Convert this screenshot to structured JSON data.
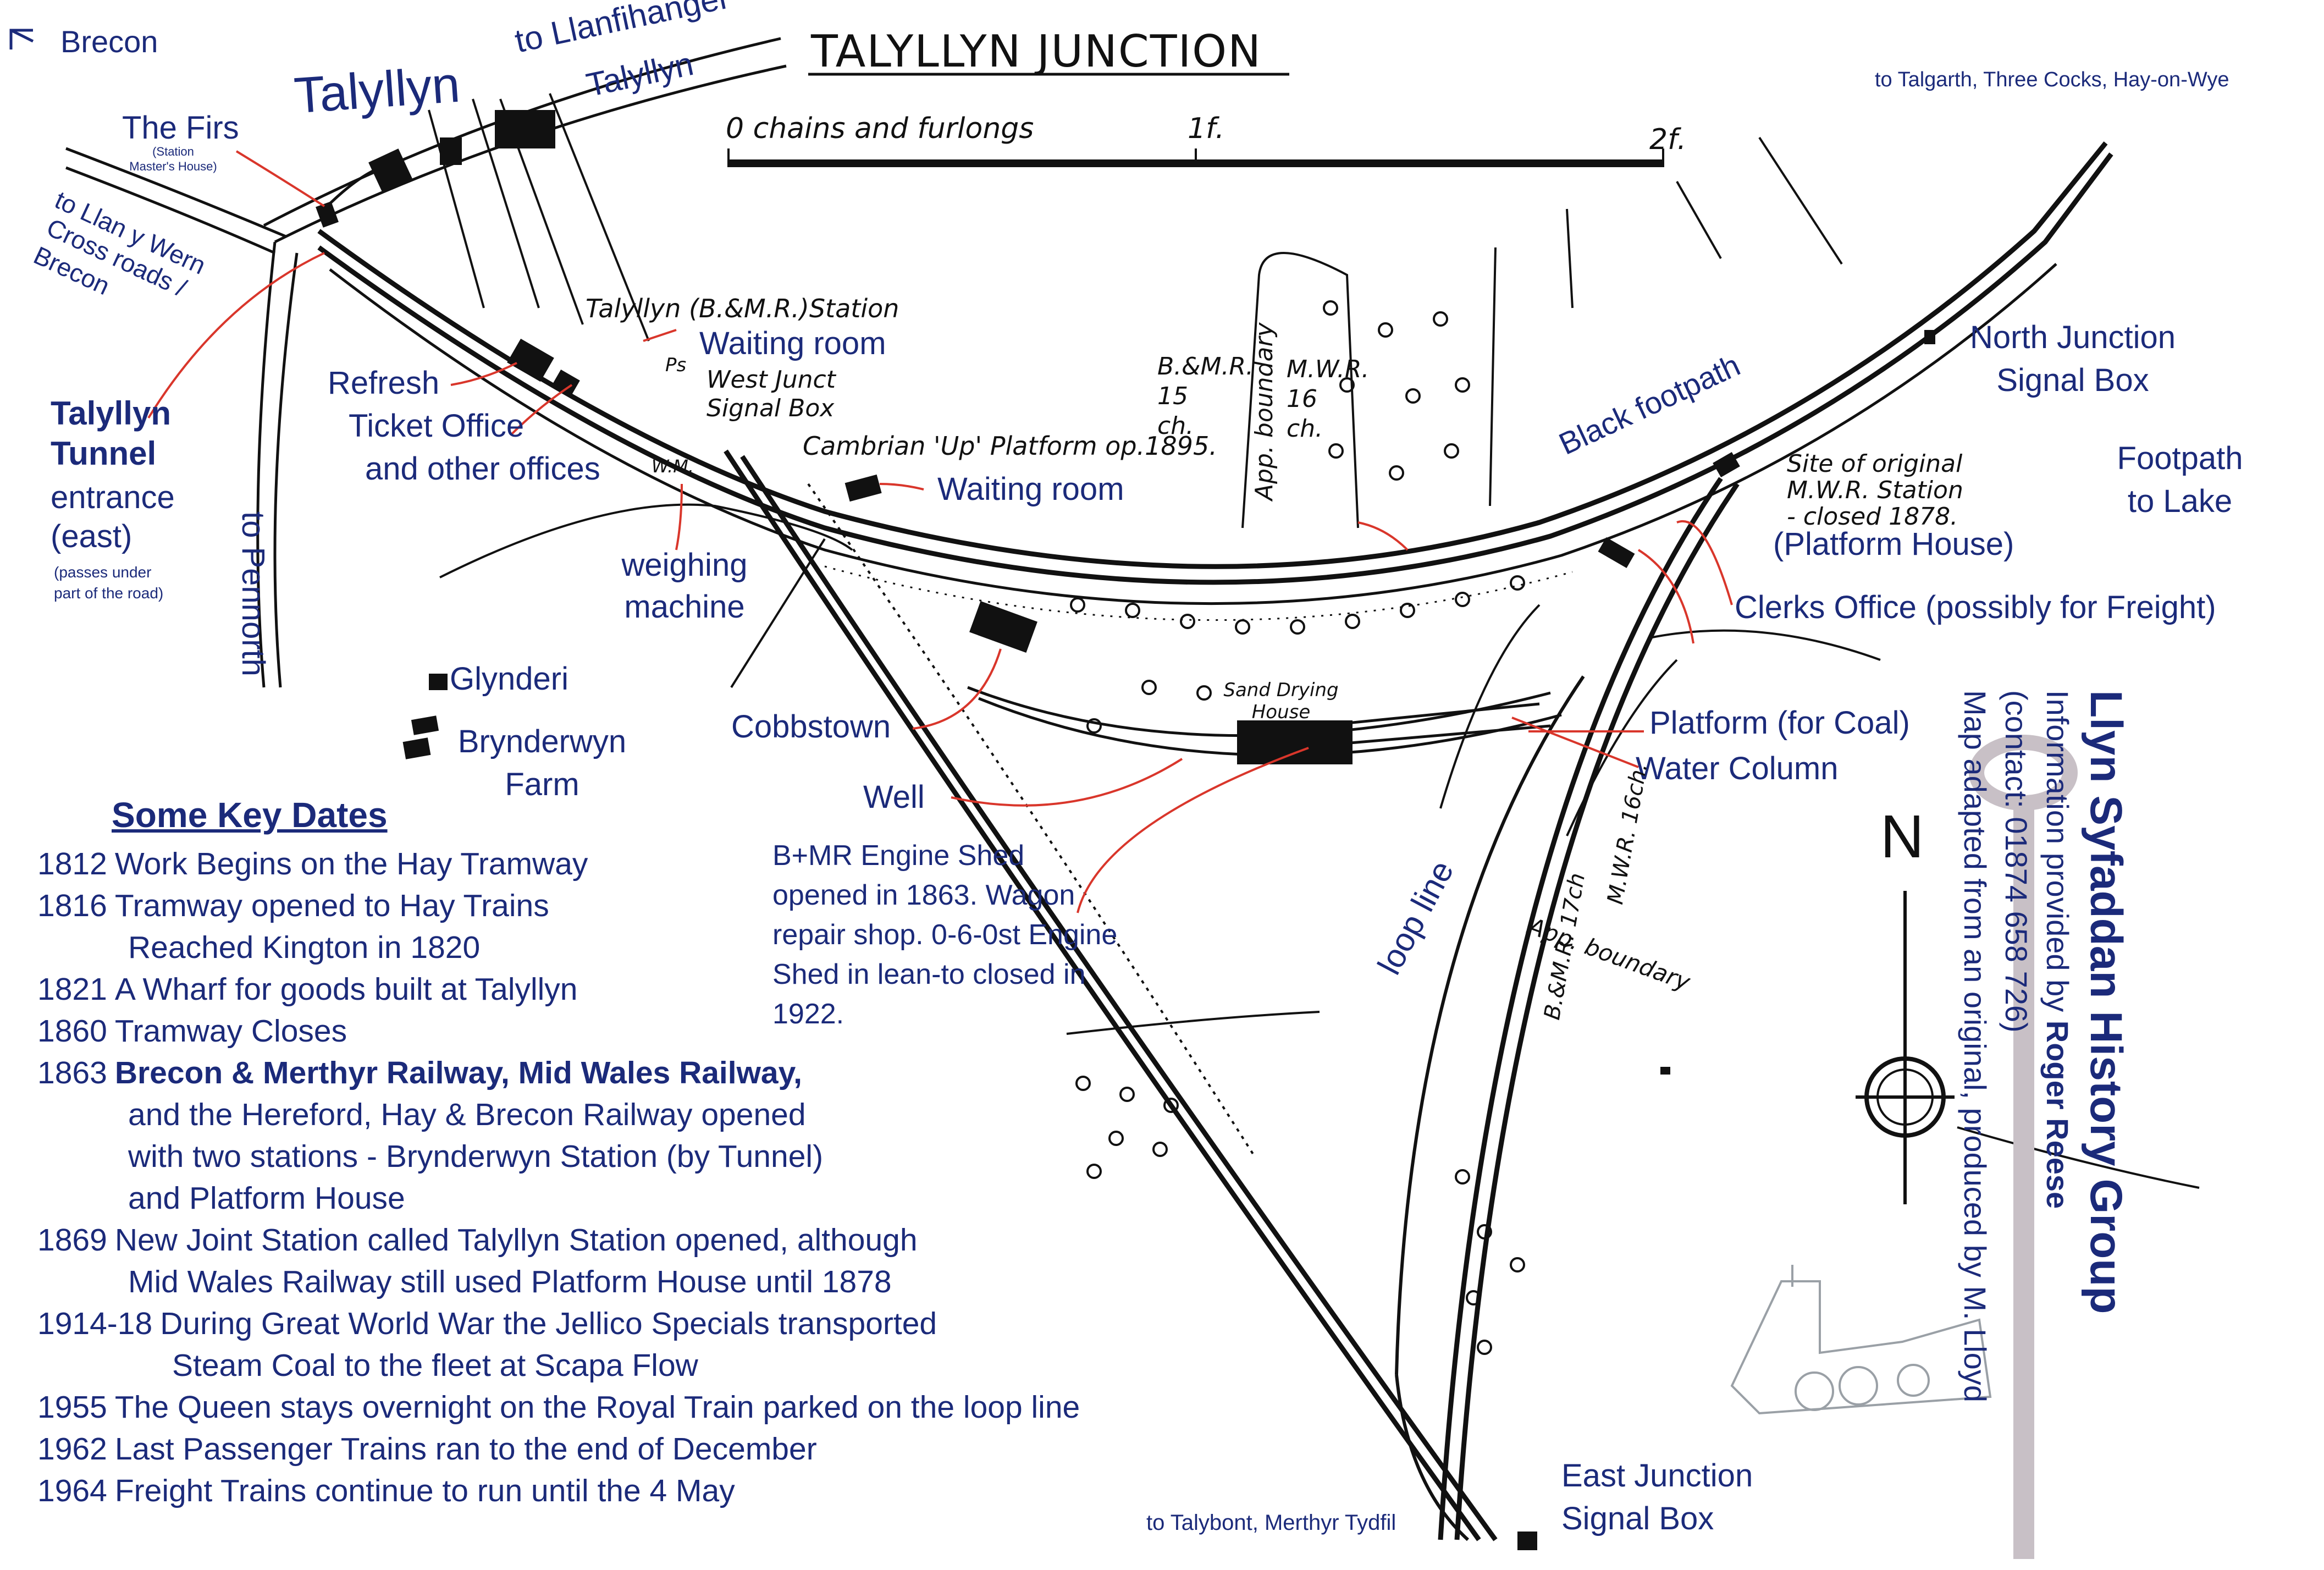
{
  "title": "TALYLLYN JUNCTION",
  "scale": {
    "label": "0 chains and furlongs",
    "tick1": "1f.",
    "tick2": "2f."
  },
  "place_labels": {
    "brecon": "Brecon",
    "talyllyn": "Talyllyn",
    "to_llanfihangel": "to Llanfihangel",
    "llanfihangel_talyllyn": "Talyllyn",
    "the_firs": "The Firs",
    "station_masters_house": "(Station Master's House)",
    "to_llan_y_wern": "to Llan y Wern",
    "cross_roads_brecon": "Cross roads / Brecon",
    "talyllyn_tunnel": "Talyllyn Tunnel",
    "tunnel_entrance": "entrance (east)",
    "tunnel_note": "(passes under part of the road)",
    "to_pennorth": "to Pennorth",
    "refresh": "Refresh",
    "ticket_office": "Ticket Office",
    "other_offices": "and other offices",
    "weighing_machine": "weighing machine",
    "glynderi": "Glynderi",
    "brynderwyn_farm": "Brynderwyn Farm",
    "cobbstown": "Cobbstown",
    "well": "Well",
    "engine_shed": "B+MR Engine Shed opened in 1863. Wagon repair shop. 0-6-0st Engine Shed in lean-to closed in 1922.",
    "waiting_room_1": "Waiting room",
    "waiting_room_2": "Waiting room",
    "to_talgarth": "to Talgarth, Three Cocks, Hay-on-Wye",
    "north_junction": "North Junction Signal Box",
    "footpath_to_lake": "Footpath to Lake",
    "black_footpath": "Black footpath",
    "platform_house": "(Platform House)",
    "clerks_office": "Clerks Office (possibly for Freight)",
    "platform_for_coal": "Platform (for Coal)",
    "water_column": "Water Column",
    "loop_line": "loop line",
    "east_junction": "East Junction Signal Box",
    "to_talybont": "to Talybont, Merthyr Tydfil"
  },
  "map_annotations": {
    "station_name": "Talyllyn (B.&M.R.)Station",
    "west_junction": "West Junct Signal Box",
    "cambrian_platform": "Cambrian 'Up' Platform op.1895.",
    "bmr_15ch": "B.&M.R. 15 ch.",
    "mwr_16ch": "M.W.R. 16 ch.",
    "app_boundary": "App. boundary",
    "sand_drying_house": "Sand Drying House",
    "site_original_station": "Site of original M.W.R. Station - closed 1878.",
    "wm": "W.M.",
    "ps": "Ps",
    "east_mwr_16ch": "M.W.R. 16ch.",
    "east_bmr_17ch": "B.&M.R. 17ch",
    "east_app_boundary": "App. boundary"
  },
  "timeline": {
    "heading": "Some Key Dates",
    "entries": [
      {
        "year": "1812",
        "text": "Work Begins on the Hay Tramway"
      },
      {
        "year": "1816",
        "text": "Tramway opened to Hay Trains",
        "cont": "Reached Kington in 1820"
      },
      {
        "year": "1821",
        "text": "A Wharf for goods built at Talyllyn"
      },
      {
        "year": "1860",
        "text": "Tramway Closes"
      },
      {
        "year": "1863",
        "text": "Brecon & Merthyr Railway, Mid Wales Railway,",
        "cont": "and the Hereford, Hay & Brecon Railway opened",
        "cont2": "with two stations - Brynderwyn Station (by Tunnel)",
        "cont3": "and Platform House"
      },
      {
        "year": "1869",
        "text": "New Joint Station called Talyllyn Station opened, although",
        "cont": "Mid Wales Railway still used Platform House until 1878"
      },
      {
        "year": "1914-18",
        "text": "During Great World War the Jellico Specials transported",
        "cont": "Steam Coal to the fleet at Scapa Flow"
      },
      {
        "year": "1955",
        "text": "The Queen stays overnight on the Royal Train parked on the loop line"
      },
      {
        "year": "1962",
        "text": "Last Passenger Trains ran to the end of December"
      },
      {
        "year": "1964",
        "text": "Freight Trains continue to run until the 4 May"
      }
    ]
  },
  "credit": {
    "group": "Llyn Syfaddan History Group",
    "info_prefix": "Information provided by",
    "info_name": "Roger Reese",
    "contact": "(contact: 01874 658 726)",
    "adapted": "Map adapted from an original, produced by M. Lloyd"
  },
  "compass_label": "N",
  "colors": {
    "label_blue": "#1b2a7a",
    "arrow_red": "#d9362b",
    "ink": "#111111",
    "key_ring": "#c8c0c6"
  }
}
